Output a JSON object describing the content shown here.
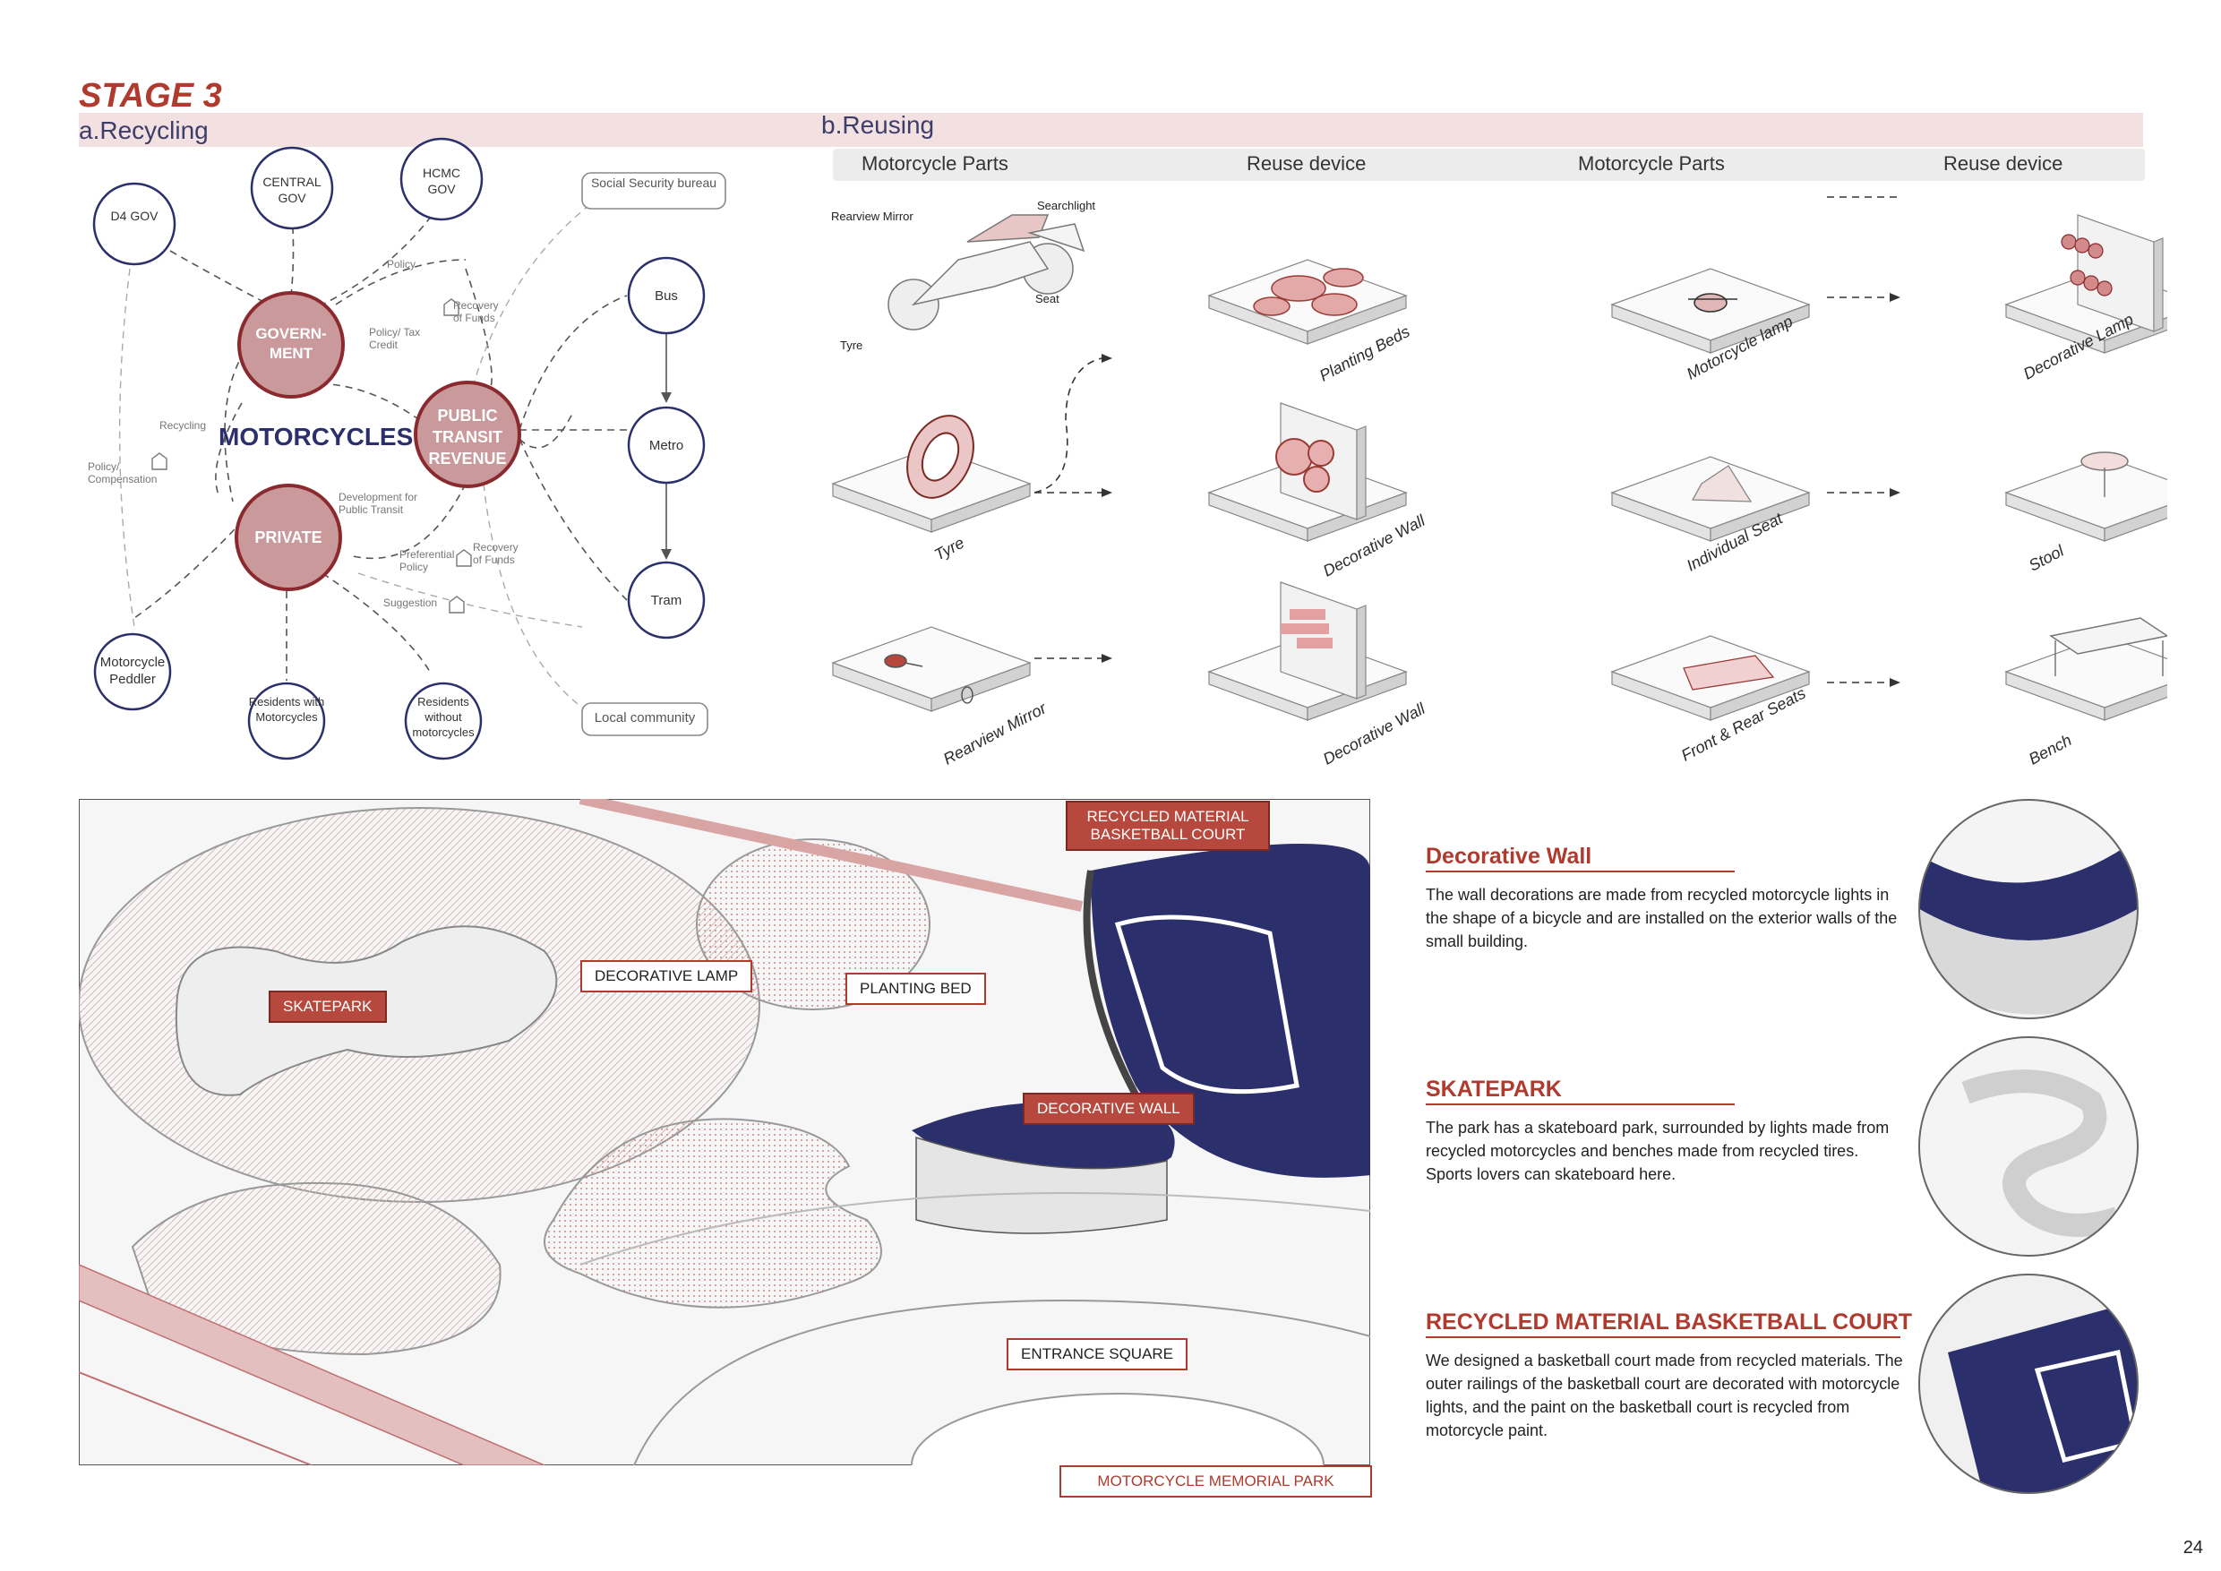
{
  "header": {
    "stage": "STAGE 3",
    "recycling_label": "a.Recycling",
    "reusing_label": "b.Reusing"
  },
  "recycling": {
    "nodes": {
      "d4_gov": "D4 GOV",
      "central_gov": "CENTRAL GOV",
      "hcmc_gov": "HCMC GOV",
      "social_security": "Social Security bureau",
      "bus": "Bus",
      "metro": "Metro",
      "tram": "Tram",
      "government": "GOVERN- MENT",
      "public_transit": "PUBLIC TRANSIT REVENUE",
      "private": "PRIVATE",
      "motorcycles": "MOTORCYCLES",
      "motorcycle_peddler": "Motorcycle Peddler",
      "residents_with": "Residents with Motorcycles",
      "residents_without": "Residents without motorcycles",
      "local_community": "Local community"
    },
    "edge_labels": {
      "policy": "Policy",
      "recovery_funds_1": "Recovery of Funds",
      "policy_tax": "Policy/ Tax Credit",
      "recycling": "Recycling",
      "policy_comp": "Policy/ Compensation",
      "development": "Development for Public Transit",
      "preferential": "Preferential Policy",
      "recovery_funds_2": "Recovery of Funds",
      "suggestion": "Suggestion"
    }
  },
  "reusing": {
    "headers": [
      "Motorcycle Parts",
      "Reuse device",
      "Motorcycle Parts",
      "Reuse device"
    ],
    "moto_labels": {
      "rearview_mirror": "Rearview Mirror",
      "searchlight": "Searchlight",
      "seat": "Seat",
      "tyre": "Tyre"
    },
    "left_parts": [
      "Tyre",
      "Rearview Mirror"
    ],
    "left_devices": [
      "Planting Beds",
      "Decorative Wall",
      "Decorative Wall"
    ],
    "right_parts": [
      "Motorcycle lamp",
      "Individual Seat",
      "Front & Rear Seats"
    ],
    "right_devices": [
      "Decorative Lamp",
      "Stool",
      "Bench"
    ]
  },
  "plan": {
    "callouts": {
      "basketball": "RECYCLED MATERIAL BASKETBALL COURT",
      "skatepark": "SKATEPARK",
      "decorative_lamp": "DECORATIVE LAMP",
      "planting_bed": "PLANTING BED",
      "decorative_wall": "DECORATIVE WALL",
      "entrance_square": "ENTRANCE SQUARE"
    },
    "caption": "MOTORCYCLE MEMORIAL PARK"
  },
  "descriptions": [
    {
      "title": "Decorative Wall",
      "body": "The wall decorations are made from recycled motorcycle lights in the shape of a bicycle and are installed on the exterior walls of the small building."
    },
    {
      "title": "SKATEPARK",
      "body": "The park has a skateboard park, surrounded by lights made from recycled motorcycles and benches made from recycled tires.  Sports lovers can skateboard here."
    },
    {
      "title": "RECYCLED MATERIAL BASKETBALL COURT",
      "body": "We designed a basketball court made from recycled materials.  The outer railings of the basketball court are decorated with motorcycle lights, and the paint on the basketball court is recycled from motorcycle paint."
    }
  ],
  "page_number": "24",
  "colors": {
    "accent": "#b03a2e",
    "navy": "#2b2f6b",
    "pink": "#d9a4a4",
    "band": "#f3e1e1"
  }
}
